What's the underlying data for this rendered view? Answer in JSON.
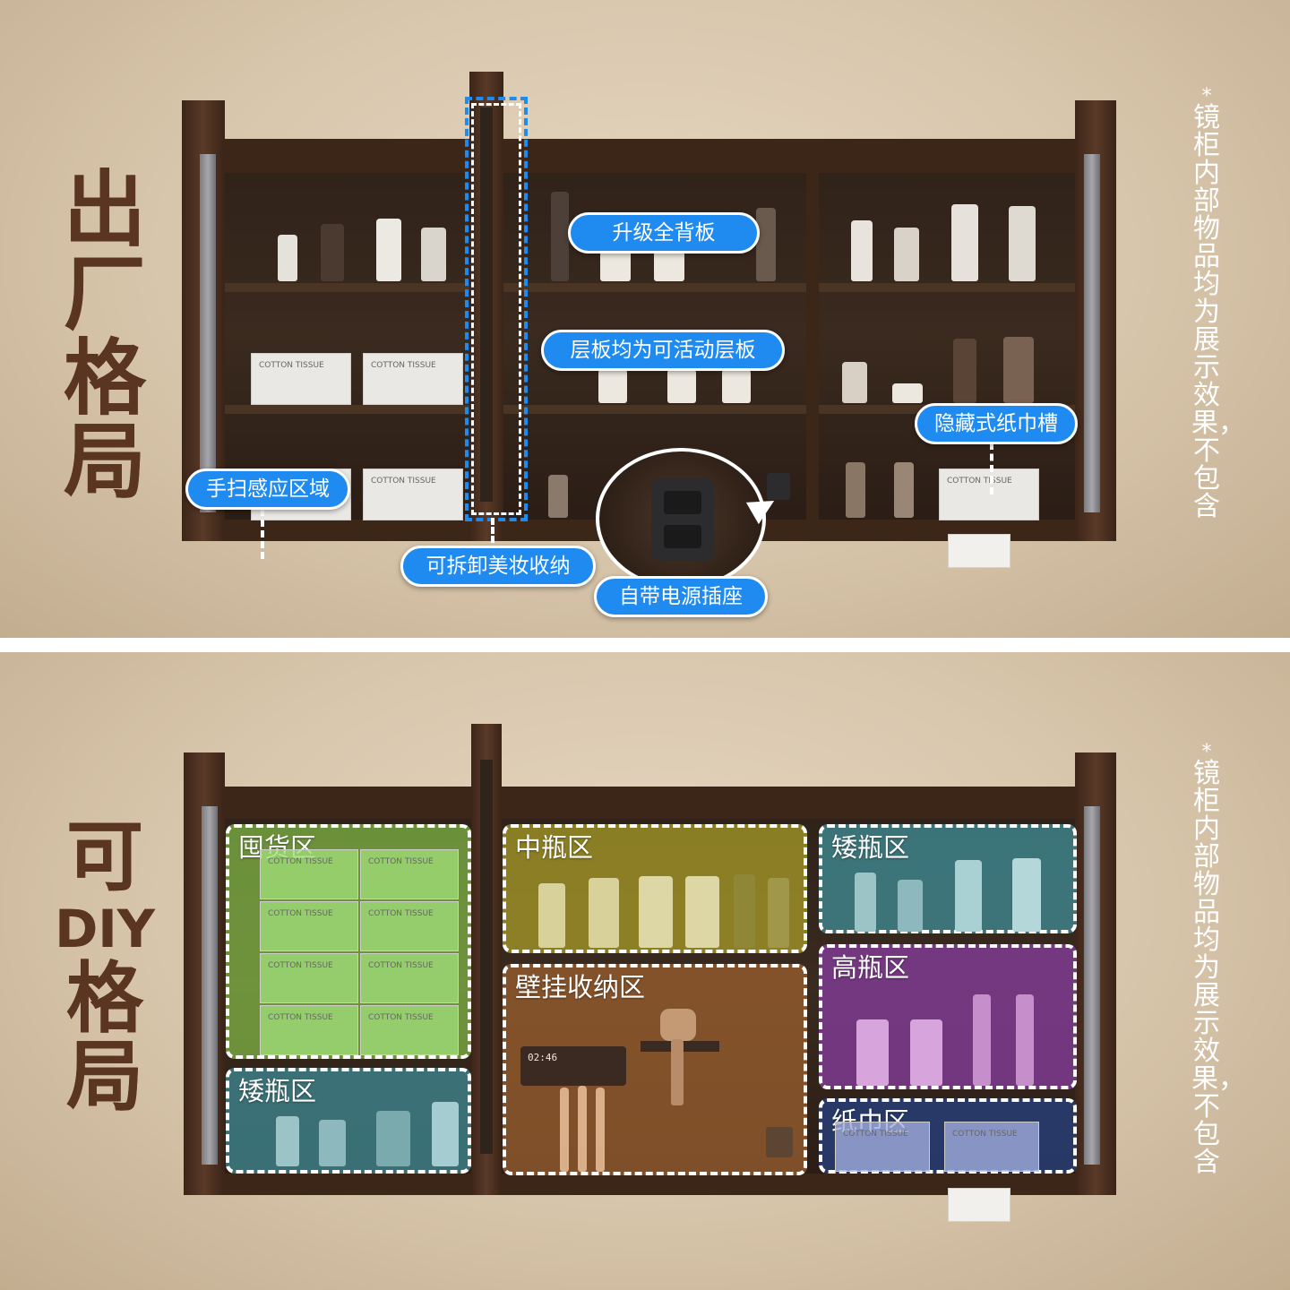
{
  "top": {
    "title": [
      "出",
      "厂",
      "格",
      "局"
    ],
    "note": {
      "star": "*",
      "text": "镜柜内部物品均为展示效果，不包含"
    },
    "callouts": {
      "full_back": "升级全背板",
      "movable": "层板均为可活动层板",
      "tissue_slot": "隐藏式纸巾槽",
      "sensor": "手扫感应区域",
      "removable": "可拆卸美妆收纳",
      "socket": "自带电源插座"
    },
    "box_label": "COTTON TISSUE"
  },
  "bottom": {
    "title": [
      "可",
      "DIY",
      "格",
      "局"
    ],
    "note": {
      "star": "*",
      "text": "镜柜内部物品均为展示效果，不包含"
    },
    "zones": {
      "stock": "囤货区",
      "short_left": "矮瓶区",
      "mid": "中瓶区",
      "wall": "壁挂收纳区",
      "short_right": "矮瓶区",
      "tall": "高瓶区",
      "tissue": "纸巾区"
    },
    "clock": "02:46",
    "box_label": "COTTON TISSUE"
  },
  "colors": {
    "title_brown": "#5a3522",
    "callout_blue": "#1f8bf0",
    "zone_green": "#8fd34f",
    "zone_olive": "#b5a92a",
    "zone_teal": "#3f8f9a",
    "zone_orange": "#a06330",
    "zone_purple": "#8b3fa6",
    "zone_navy": "#26407e"
  }
}
